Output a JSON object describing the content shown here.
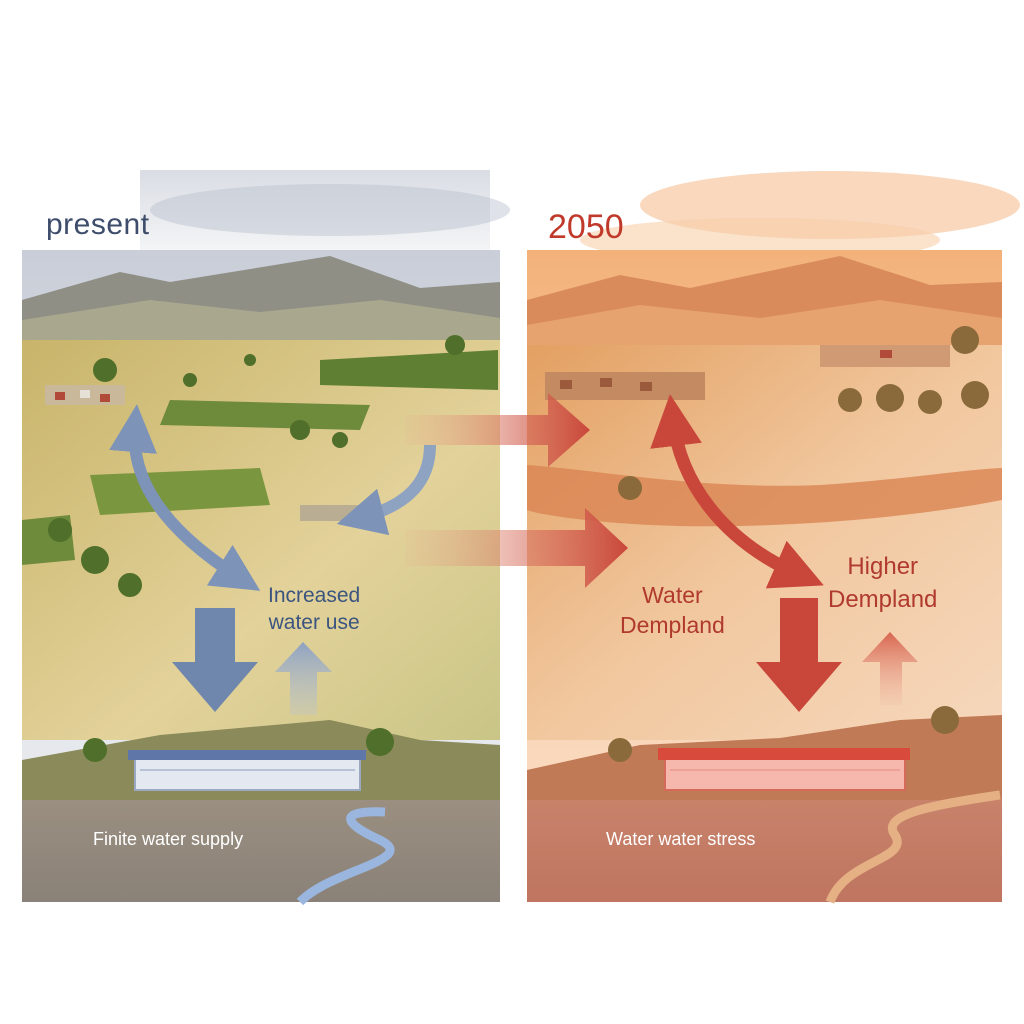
{
  "panels": {
    "present": {
      "title": "present",
      "increased_use_line1": "Increased",
      "increased_use_line2": "water use",
      "supply_caption": "Finite water supply"
    },
    "future": {
      "title": "2050",
      "demand_line1": "Water",
      "demand_line2": "Dempland",
      "higher_line1": "Higher",
      "higher_line2": "Dempland",
      "stress_caption": "Water water stress"
    }
  },
  "colors": {
    "present_accent": "#3e4d6b",
    "present_arrow": "#7d93b8",
    "future_accent": "#c0392b",
    "future_arrow": "#c9473a",
    "present_sky": "#e9edf2",
    "future_sky": "#f6c49a"
  }
}
